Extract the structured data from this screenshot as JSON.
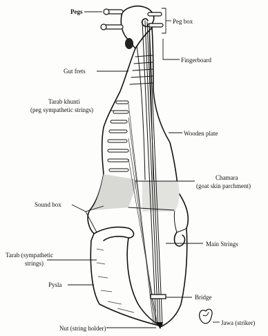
{
  "labels": {
    "pegs": "Pegs",
    "peg_box": "Peg box",
    "fingerboard": "Fingerboard",
    "gut_frets": "Gut frets",
    "tarab_khunti_1": "Tarab khunti",
    "tarab_khunti_2": "(peg sympathetic strings)",
    "wooden_plate": "Wooden plate",
    "chamara_1": "Chamara",
    "chamara_2": "(goat skin parchment)",
    "sound_box": "Sound box",
    "main_strings": "Main Strings",
    "tarab_1": "Tarab (sympathetic",
    "tarab_2": "strings)",
    "pysla": "Pysla",
    "bridge": "Bridge",
    "jawa": "Jawa (striker)",
    "nut": "Nut (string holder)"
  }
}
